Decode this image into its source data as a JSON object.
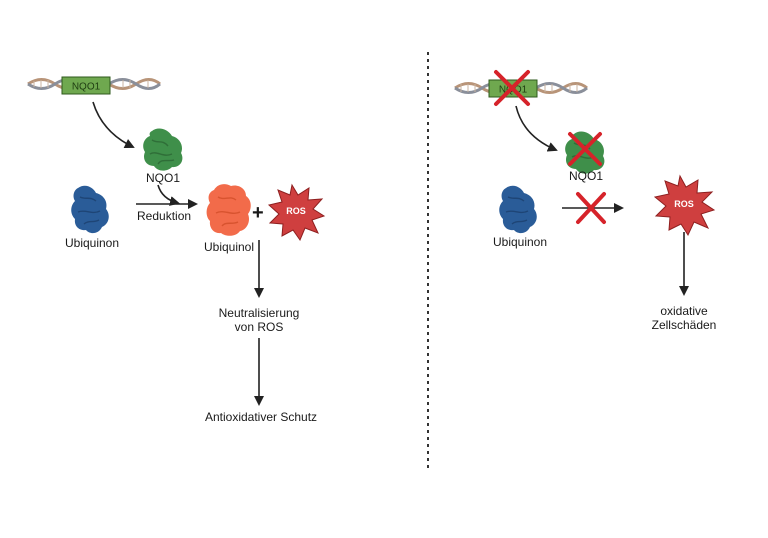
{
  "left_panel": {
    "gene_label": "NQO1",
    "enzyme_label": "NQO1",
    "substrate_label": "Ubiquinon",
    "reaction_label": "Reduktion",
    "product_label": "Ubiquinol",
    "plus_sign": "+",
    "ros_label": "ROS",
    "step1_label_line1": "Neutralisierung",
    "step1_label_line2": "von ROS",
    "outcome_label": "Antioxidativer Schutz"
  },
  "right_panel": {
    "gene_label": "NQO1",
    "enzyme_label": "NQO1",
    "substrate_label": "Ubiquinon",
    "ros_label": "ROS",
    "outcome_label_line1": "oxidative",
    "outcome_label_line2": "Zellschäden"
  },
  "colors": {
    "gene_box": "#6fa84f",
    "enzyme": "#3f8f4a",
    "ubiquinon": "#2a5c98",
    "ubiquinol": "#f26b4a",
    "ros": "#cf3f3f",
    "cross": "#d6232a",
    "dna_strand1": "#b89478",
    "dna_strand2": "#8a8f9a"
  }
}
